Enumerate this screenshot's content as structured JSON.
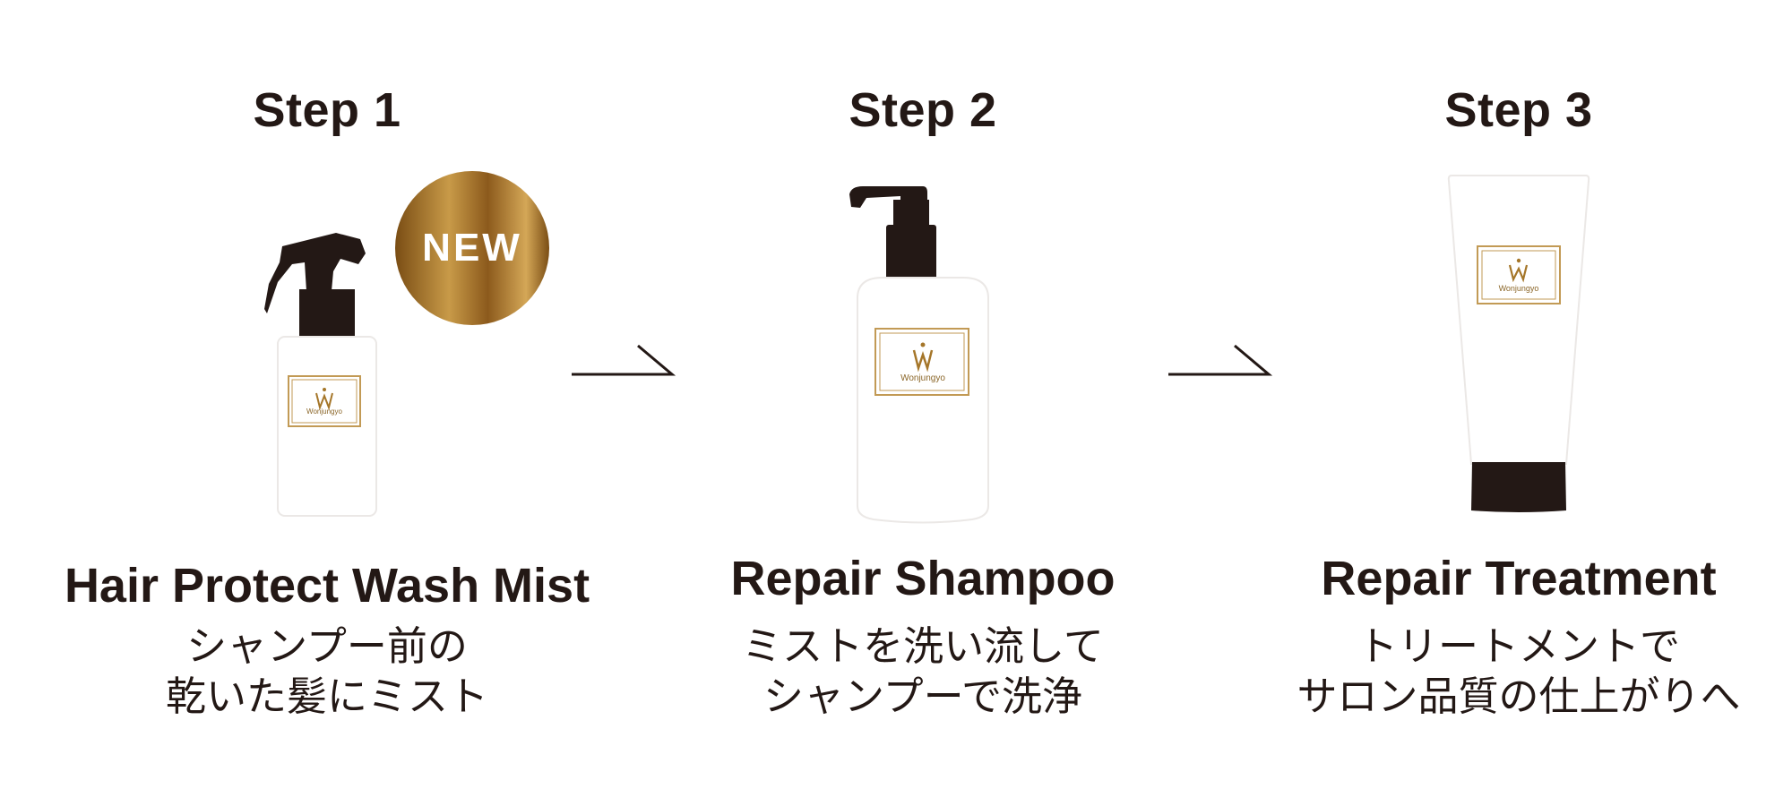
{
  "steps": [
    {
      "title": "Step 1",
      "name": "Hair Protect Wash Mist",
      "desc": [
        "シャンプー前の",
        "乾いた髪にミスト"
      ],
      "badge": "NEW",
      "brand": "Wonjungyo"
    },
    {
      "title": "Step 2",
      "name": "Repair Shampoo",
      "desc": [
        "ミストを洗い流して",
        "シャンプーで洗浄"
      ],
      "brand": "Wonjungyo"
    },
    {
      "title": "Step 3",
      "name": "Repair Treatment",
      "desc": [
        "トリートメントで",
        "サロン品質の仕上がりへ"
      ],
      "brand": "Wonjungyo"
    }
  ],
  "colors": {
    "text": "#231815",
    "gold": "#b8862f",
    "gold_dark": "#7a5217",
    "bottle_dark": "#231815"
  }
}
